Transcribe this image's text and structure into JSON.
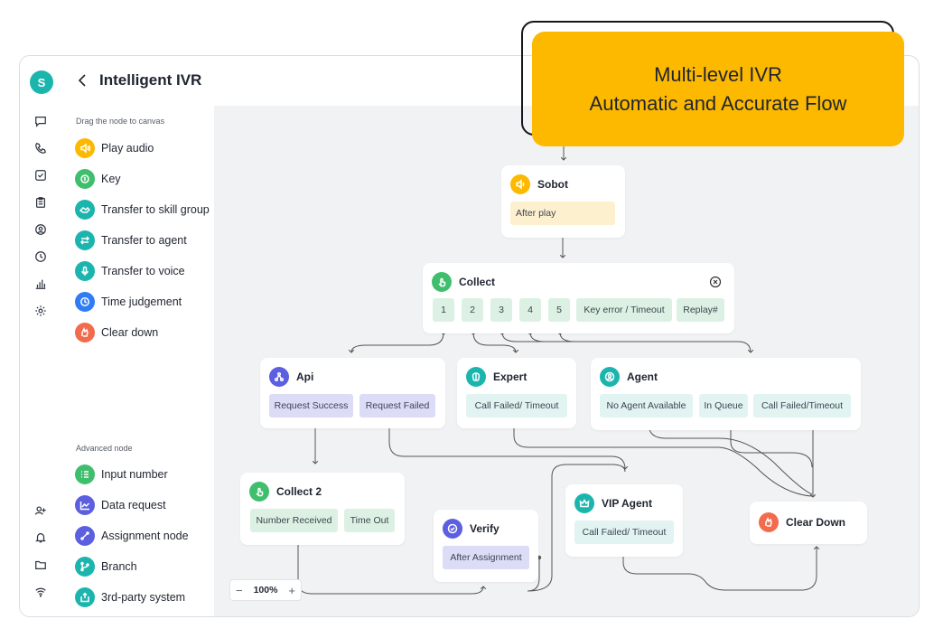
{
  "app": {
    "avatar_letter": "S",
    "title": "Intelligent IVR",
    "back_icon": "chevron-left-icon"
  },
  "rail": {
    "top_icons": [
      "chat-icon",
      "phone-icon",
      "checkbox-icon",
      "clipboard-icon",
      "user-circle-icon",
      "clock-icon",
      "bar-chart-icon",
      "settings-icon"
    ],
    "bottom_icons": [
      "add-user-icon",
      "bell-icon",
      "folder-icon",
      "wifi-icon"
    ]
  },
  "palette": {
    "basic_heading": "Drag the node to canvas",
    "basic": [
      {
        "label": "Play audio",
        "icon": "speaker-icon",
        "color": "#fcb900"
      },
      {
        "label": "Key",
        "icon": "key-icon",
        "color": "#3fbf6e"
      },
      {
        "label": "Transfer to skill group",
        "icon": "handshake-icon",
        "color": "#1cb5ad"
      },
      {
        "label": "Transfer to agent",
        "icon": "transfer-icon",
        "color": "#1cb5ad"
      },
      {
        "label": "Transfer to voice",
        "icon": "microphone-icon",
        "color": "#1cb5ad"
      },
      {
        "label": "Time judgement",
        "icon": "clock-icon",
        "color": "#2f7cf6"
      },
      {
        "label": "Clear down",
        "icon": "hand-icon",
        "color": "#f26b4c"
      }
    ],
    "advanced_heading": "Advanced node",
    "advanced": [
      {
        "label": "Input number",
        "icon": "list-icon",
        "color": "#3fbf6e"
      },
      {
        "label": "Data request",
        "icon": "line-chart-icon",
        "color": "#5b5fe0"
      },
      {
        "label": "Assignment node",
        "icon": "link-icon",
        "color": "#5b5fe0"
      },
      {
        "label": "Branch",
        "icon": "branch-icon",
        "color": "#1cb5ad"
      },
      {
        "label": "3rd-party system",
        "icon": "export-icon",
        "color": "#1cb5ad"
      }
    ]
  },
  "canvas": {
    "zoom": "100%",
    "zoom_minus": "−",
    "zoom_plus": "+",
    "nodes": {
      "sobot": {
        "title": "Sobot",
        "icon": "speaker-icon",
        "color": "#fcb900",
        "chips": [
          "After play"
        ]
      },
      "collect": {
        "title": "Collect",
        "icon": "hand-pointer-icon",
        "color": "#3fbf6e",
        "chips": [
          "1",
          "2",
          "3",
          "4",
          "5",
          "Key error / Timeout",
          "Replay#"
        ],
        "close_icon": "close-circle-icon"
      },
      "api": {
        "title": "Api",
        "icon": "api-icon",
        "color": "#5b5fe0",
        "chips": [
          "Request Success",
          "Request Failed"
        ]
      },
      "expert": {
        "title": "Expert",
        "icon": "brain-icon",
        "color": "#1cb5ad",
        "chips": [
          "Call Failed/ Timeout"
        ]
      },
      "agent": {
        "title": "Agent",
        "icon": "user-icon",
        "color": "#1cb5ad",
        "chips": [
          "No Agent Available",
          "In Queue",
          "Call Failed/Timeout"
        ]
      },
      "collect2": {
        "title": "Collect 2",
        "icon": "hand-pointer-icon",
        "color": "#3fbf6e",
        "chips": [
          "Number Received",
          "Time Out"
        ]
      },
      "verify": {
        "title": "Verify",
        "icon": "check-badge-icon",
        "color": "#5b5fe0",
        "chips": [
          "After Assignment"
        ]
      },
      "vip": {
        "title": "VIP Agent",
        "icon": "crown-icon",
        "color": "#1cb5ad",
        "chips": [
          "Call Failed/ Timeout"
        ]
      },
      "cleardown": {
        "title": "Clear Down",
        "icon": "hand-icon",
        "color": "#f26b4c"
      }
    }
  },
  "banner": {
    "line1": "Multi-level IVR",
    "line2": "Automatic and Accurate Flow",
    "color": "#fcb900"
  }
}
